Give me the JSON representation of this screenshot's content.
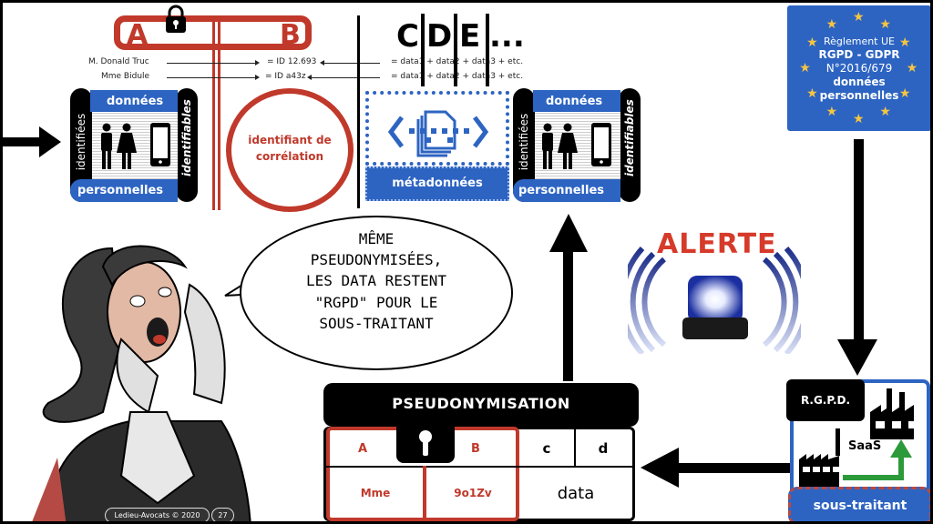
{
  "header": {
    "key_a": "A",
    "key_b": "B",
    "columns_cde": [
      "C",
      "D",
      "E",
      "..."
    ]
  },
  "mapping": {
    "rows": [
      {
        "name": "M. Donald Truc",
        "id": "= ID 12.693",
        "data": "= data1 + data2 + data3 + etc."
      },
      {
        "name": "Mme Bidule",
        "id": "= ID a43z",
        "data": "= data1 + data2 + data3 + etc."
      }
    ]
  },
  "card_left": {
    "top": "données",
    "bottom": "personnelles",
    "left_vertical": "identifiées",
    "right_vertical": "identifiables"
  },
  "card_right": {
    "top": "données",
    "bottom": "personnelles",
    "left_vertical": "identifiées",
    "right_vertical": "identifiables"
  },
  "correlation": {
    "line1": "identifiant de",
    "line2": "corrélation"
  },
  "metadata": {
    "label": "métadonnées"
  },
  "eu_regulation": {
    "line1": "Règlement UE",
    "line2": "RGPD - GDPR",
    "line3": "N°2016/679",
    "line4": "données",
    "line5": "personnelles"
  },
  "speech_bubble": {
    "lines": [
      "MÊME",
      "PSEUDONYMISÉES,",
      "LES DATA RESTENT",
      "\"RGPD\" POUR LE",
      "SOUS-TRAITANT"
    ]
  },
  "alert": {
    "label": "ALERTE"
  },
  "pseudonymisation": {
    "title": "PSEUDONYMISATION",
    "headers": [
      "A",
      "B",
      "c",
      "d"
    ],
    "values": [
      "Mme",
      "9o1Zv",
      "data"
    ]
  },
  "processor": {
    "badge": "R.G.P.D.",
    "saas": "SaaS",
    "label": "sous-traitant"
  },
  "footer": {
    "copyright": "Ledieu-Avocats © 2020",
    "page": "27"
  },
  "colors": {
    "red": "#c0392b",
    "blue": "#2d64c2",
    "black": "#000000",
    "star": "#f5c542"
  }
}
